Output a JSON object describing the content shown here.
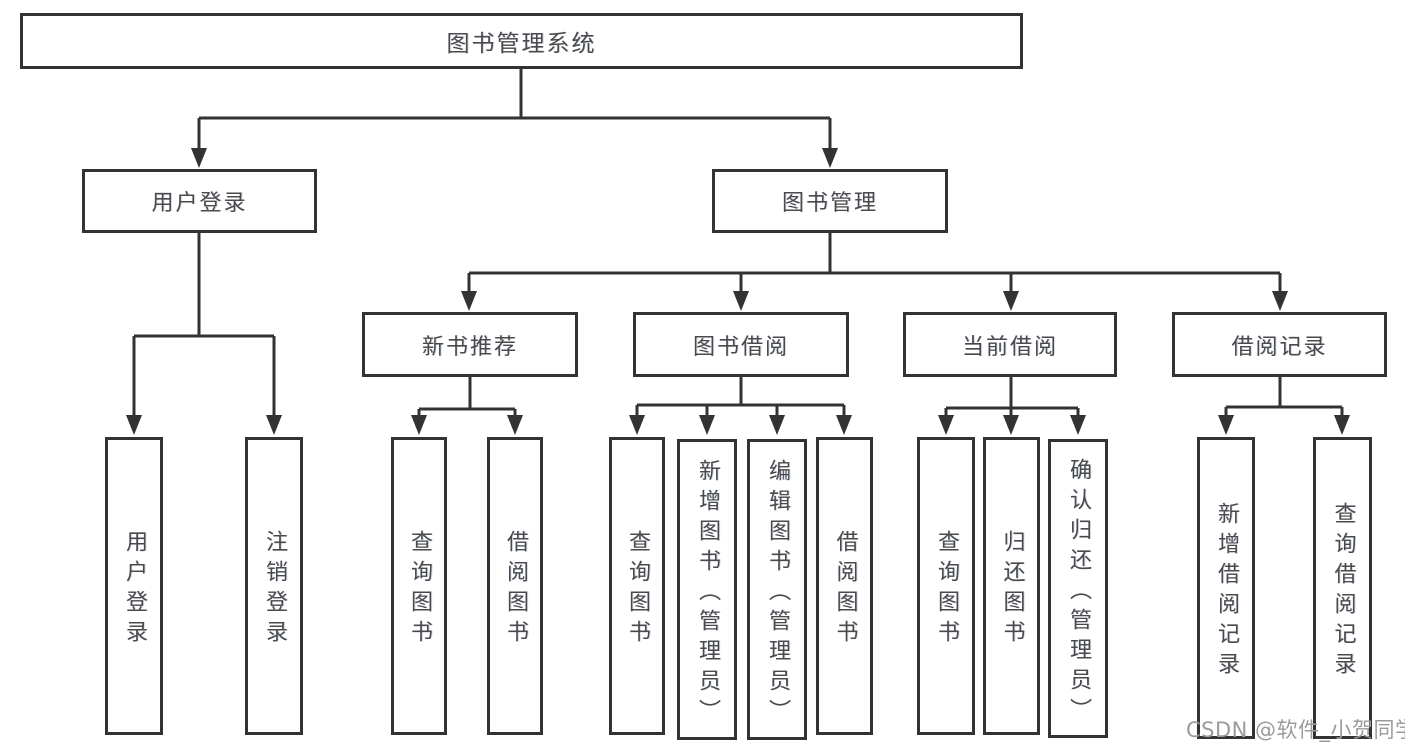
{
  "diagram": {
    "nodes": {
      "root": "图书管理系统",
      "user_login": "用户登录",
      "book_management": "图书管理",
      "login": "用户登录",
      "logout": "注销登录",
      "new_book_recommend": "新书推荐",
      "book_borrow": "图书借阅",
      "current_borrow": "当前借阅",
      "borrow_record": "借阅记录",
      "nr_query_book": "查询图书",
      "nr_borrow_book": "借阅图书",
      "bb_query_book": "查询图书",
      "bb_add_book": "新增图书（管理员）",
      "bb_edit_book": "编辑图书（管理员）",
      "bb_borrow_book": "借阅图书",
      "cb_query_book": "查询图书",
      "cb_return_book": "归还图书",
      "cb_confirm_return": "确认归还（管理员）",
      "br_add_record": "新增借阅记录",
      "br_query_record": "查询借阅记录"
    },
    "colors": {
      "line": "#333333",
      "text": "#4a4a4a",
      "watermark": "#9b9b9b",
      "background": "#ffffff"
    }
  },
  "watermark": "CSDN @软件_小贺同学"
}
